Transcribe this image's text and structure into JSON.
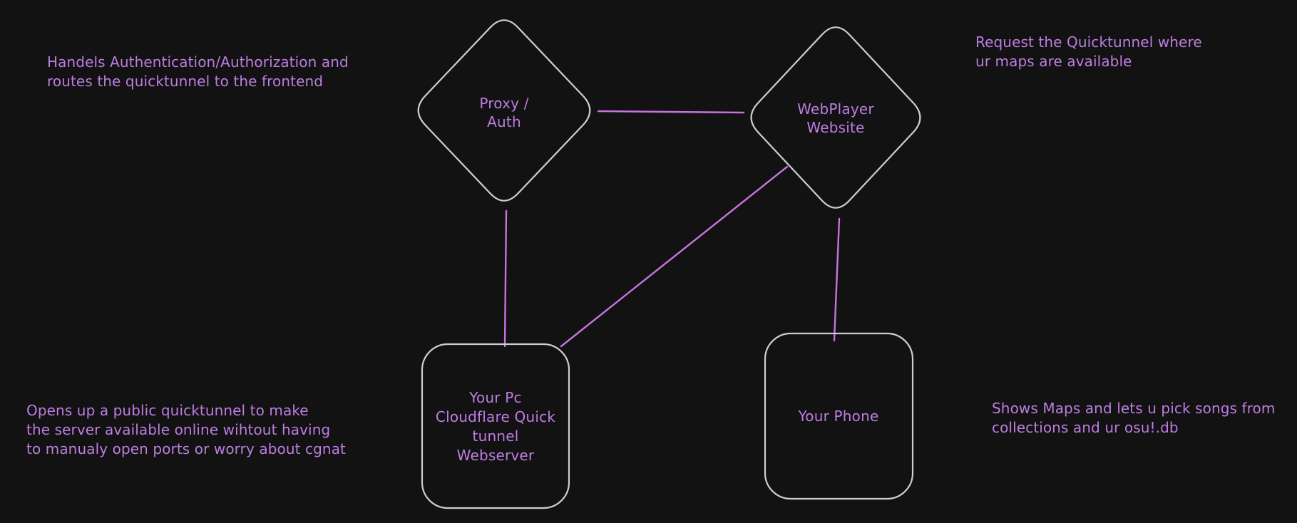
{
  "app": {
    "title": "osu webplayer architecture diagram"
  },
  "theme": {
    "background": "#121212",
    "shape_stroke": "#c9cfd6",
    "connector_color": "#c873e0",
    "text_color": "#bd7de2"
  },
  "nodes": {
    "proxy": {
      "label": "Proxy /\nAuth",
      "shape": "diamond"
    },
    "webplayer": {
      "label": "WebPlayer\nWebsite",
      "shape": "diamond"
    },
    "pc": {
      "label": "Your Pc\nCloudflare Quick\ntunnel\nWebserver",
      "shape": "rounded-rectangle"
    },
    "phone": {
      "label": "Your Phone",
      "shape": "rounded-rectangle"
    }
  },
  "connectors": [
    {
      "from": "proxy",
      "to": "webplayer"
    },
    {
      "from": "proxy",
      "to": "pc"
    },
    {
      "from": "webplayer",
      "to": "pc"
    },
    {
      "from": "webplayer",
      "to": "phone"
    }
  ],
  "annotations": {
    "top_left": "Handels Authentication/Authorization and\nroutes the quicktunnel to the frontend",
    "top_right": "Request the Quicktunnel where\nur maps are available",
    "bottom_left": "Opens up a public quicktunnel to make\nthe server available online wihtout having\nto manualy open ports or worry about cgnat",
    "bottom_right": "Shows Maps and lets u pick songs from\ncollections and ur osu!.db"
  }
}
